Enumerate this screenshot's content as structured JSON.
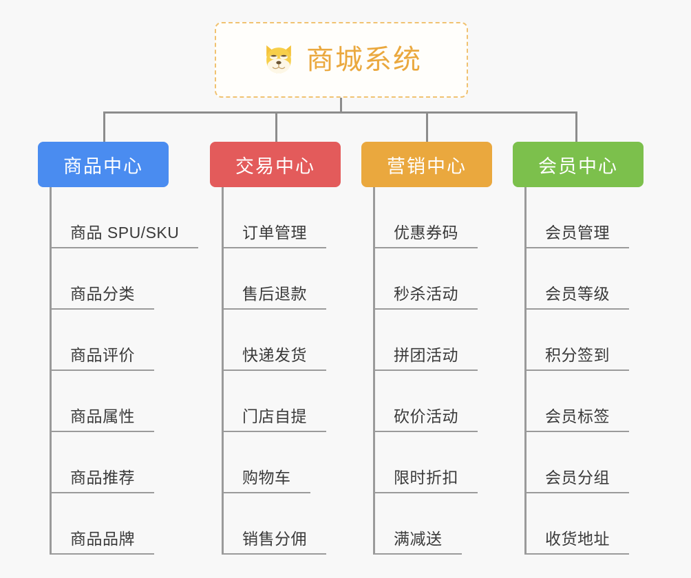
{
  "root": {
    "title": "商城系统",
    "icon": "shiba-inu-dog-icon",
    "border_color": "#f0c270",
    "text_color": "#eaa83e"
  },
  "connector_color": "#8c8c8c",
  "background_color": "#f8f8f8",
  "columns": [
    {
      "label": "商品中心",
      "color": "#4a8cf0",
      "items": [
        "商品 SPU/SKU",
        "商品分类",
        "商品评价",
        "商品属性",
        "商品推荐",
        "商品品牌"
      ]
    },
    {
      "label": "交易中心",
      "color": "#e35b5b",
      "items": [
        "订单管理",
        "售后退款",
        "快递发货",
        "门店自提",
        "购物车",
        "销售分佣"
      ]
    },
    {
      "label": "营销中心",
      "color": "#eaa83e",
      "items": [
        "优惠券码",
        "秒杀活动",
        "拼团活动",
        "砍价活动",
        "限时折扣",
        "满减送"
      ]
    },
    {
      "label": "会员中心",
      "color": "#7cc04c",
      "items": [
        "会员管理",
        "会员等级",
        "积分签到",
        "会员标签",
        "会员分组",
        "收货地址"
      ]
    }
  ]
}
